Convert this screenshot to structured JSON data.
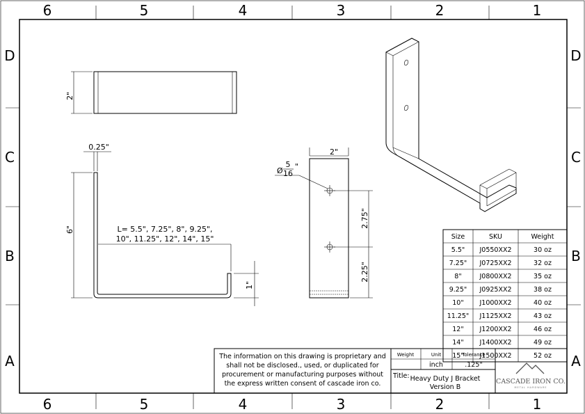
{
  "border": {
    "columns": [
      "6",
      "5",
      "4",
      "3",
      "2",
      "1"
    ],
    "rows": [
      "D",
      "C",
      "B",
      "A"
    ]
  },
  "dimensions": {
    "top_view_width": "2\"",
    "thickness": "0.25\"",
    "height": "6\"",
    "length_line1": "L= 5.5\", 7.25\", 8\", 9.25\",",
    "length_line2": "10\", 11.25\", 12\", 14\", 15\"",
    "lip": "1\"",
    "front_width": "2\"",
    "hole_symbol": "Ø",
    "hole_num": "5",
    "hole_den": "16",
    "hole_unit": "\"",
    "hole_spacing": "2.75\"",
    "hole_bottom": "2.25\""
  },
  "size_table": {
    "headers": [
      "Size",
      "SKU",
      "Weight"
    ],
    "rows": [
      [
        "5.5\"",
        "J0550XX2",
        "30 oz"
      ],
      [
        "7.25\"",
        "J0725XX2",
        "32 oz"
      ],
      [
        "8\"",
        "J0800XX2",
        "35 oz"
      ],
      [
        "9.25\"",
        "J0925XX2",
        "38 oz"
      ],
      [
        "10\"",
        "J1000XX2",
        "40 oz"
      ],
      [
        "11.25\"",
        "J1125XX2",
        "43 oz"
      ],
      [
        "12\"",
        "J1200XX2",
        "46 oz"
      ],
      [
        "14\"",
        "J1400XX2",
        "49 oz"
      ],
      [
        "15\"",
        "J1500XX2",
        "52 oz"
      ]
    ]
  },
  "title_block": {
    "disclaimer": [
      "The information on this drawing is proprietary and",
      "shall not be disclosed., used, or duplicated for",
      "procurement or manufacturing purposes without",
      "the express written consent of cascade iron co."
    ],
    "weight_label": "Weight",
    "unit_label": "Unit",
    "tolerance_label": "Tolerance",
    "weight_value": "",
    "unit_value": "inch",
    "tolerance_value": ".125\"",
    "title_label": "Title:",
    "title_line1": "Heavy Duty J Bracket",
    "title_line2": "Version B",
    "logo_name": "CASCADE IRON CO.",
    "logo_tagline": "METAL HARDWARE"
  }
}
